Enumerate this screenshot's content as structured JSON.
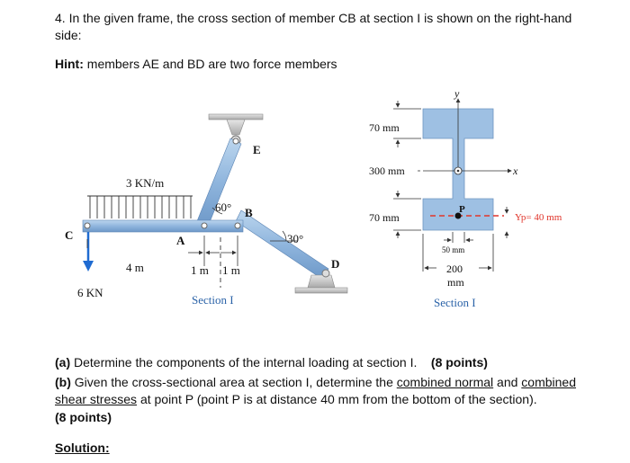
{
  "question": {
    "number": "4.",
    "text": "In the given frame, the cross section of member CB at section I is shown on the right-hand side:",
    "hint_label": "Hint:",
    "hint_text": "members AE and BD are two force members"
  },
  "frame": {
    "load": "3 KN/m",
    "angle_top": "60°",
    "angle_bd": "30°",
    "label_c": "C",
    "label_a": "A",
    "label_b": "B",
    "label_d": "D",
    "label_e": "E",
    "dim_4m": "4 m",
    "dim_1m_a": "1 m",
    "dim_1m_b": "1 m",
    "force": "6 KN",
    "section_label": "Section I"
  },
  "section": {
    "axis_y": "y",
    "axis_x": "x",
    "flange_top": "70 mm",
    "web": "300 mm",
    "flange_bottom": "70 mm",
    "web_width": "50 mm",
    "flange_width": "200",
    "flange_width_unit": "mm",
    "point": "P",
    "yp_label": "Yp= 40 mm",
    "section_label": "Section I"
  },
  "parts": {
    "a_label": "(a)",
    "a_text": "Determine the components of the internal loading at section I.",
    "a_points": "(8 points)",
    "b_label": "(b)",
    "b_text1": "Given the cross-sectional area at section I, determine the",
    "b_link1": "combined normal",
    "b_and": "and",
    "b_link2": "combined shear stresses",
    "b_text2": "at point P (point P is at distance 40 mm from the bottom of the section).",
    "b_points": "(8 points)"
  },
  "solution_label": "Solution:"
}
